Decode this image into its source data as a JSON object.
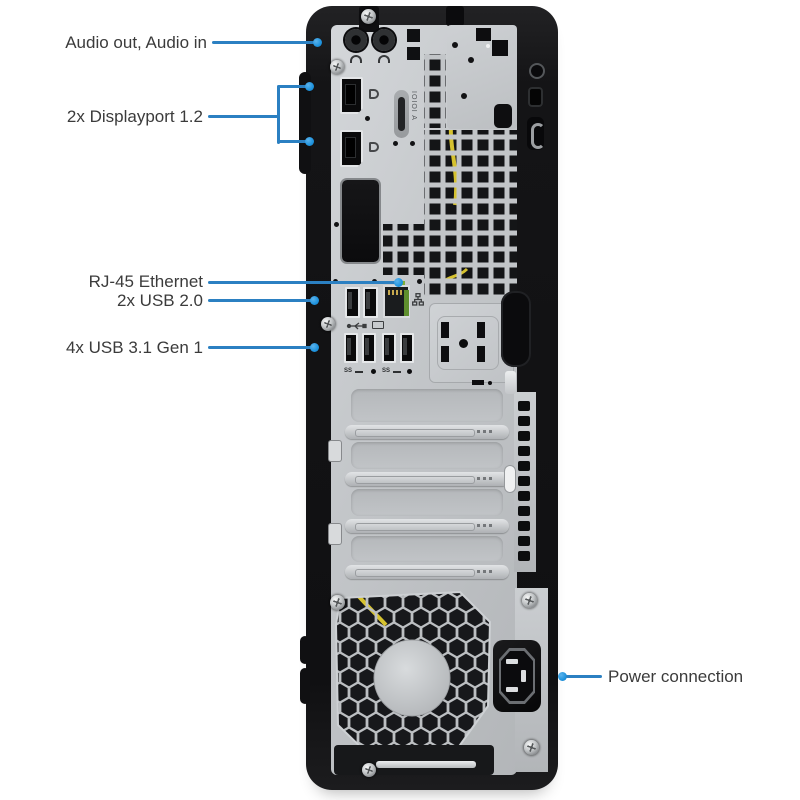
{
  "background": "#ffffff",
  "colors": {
    "callout_line": "#2b80c2",
    "callout_dot": "#1e93de",
    "label_text": "#3b3b3b",
    "chassis_black": "#141416",
    "panel_silver": "#c3c6c9",
    "cable_yellow": "#d6c22f",
    "pcb_green": "#7fae3a"
  },
  "device": {
    "type": "Desktop tower rear view",
    "serial_port_marking": "IOIOI A",
    "usb3_port_marking": "SS",
    "ports": {
      "audio_jacks": 2,
      "displayport": 2,
      "usb_2_0": 2,
      "usb_3_1_gen1": 4,
      "rj45_ethernet": 1,
      "power_inlet": 1,
      "expansion_slots": 4
    }
  },
  "callouts": [
    {
      "id": "audio",
      "label": "Audio out, Audio in",
      "side": "left"
    },
    {
      "id": "displayport",
      "label": "2x Displayport 1.2",
      "side": "left"
    },
    {
      "id": "ethernet",
      "label": "RJ-45 Ethernet",
      "side": "left"
    },
    {
      "id": "usb2",
      "label": "2x USB 2.0",
      "side": "left"
    },
    {
      "id": "usb3",
      "label": "4x USB 3.1 Gen 1",
      "side": "left"
    },
    {
      "id": "power",
      "label": "Power connection",
      "side": "right"
    }
  ],
  "icons": [
    "headphone-icon",
    "line-in-icon",
    "displayport-logo-icon",
    "usb-trident-icon",
    "ethernet-lan-icon",
    "usb3-ss-icon",
    "screw-icon",
    "kensington-lock-icon",
    "padlock-loop-icon",
    "fan-grille",
    "vent-grid"
  ]
}
